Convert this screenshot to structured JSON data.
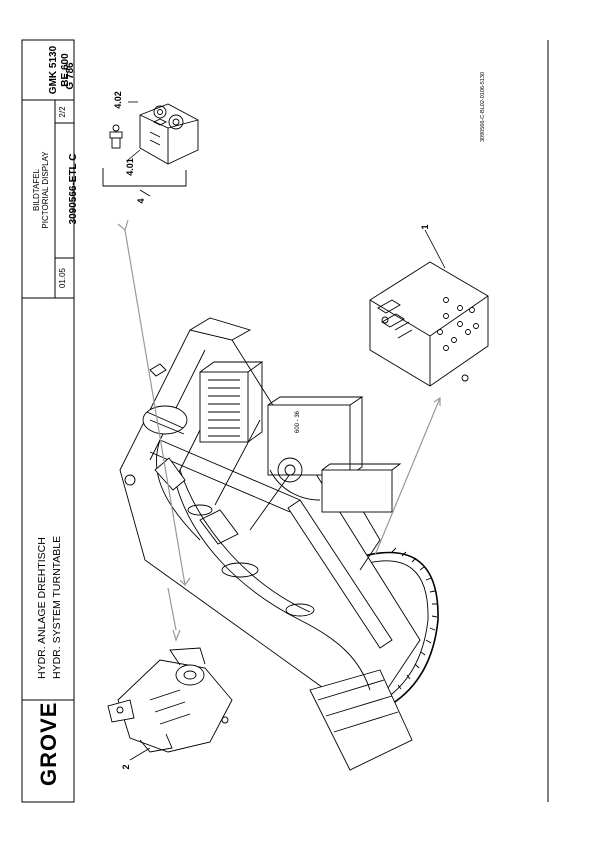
{
  "header": {
    "brand": "GROVE",
    "title_de": "HYDR. ANLAGE DREHTISCH",
    "title_en": "HYDR. SYSTEM TURNTABLE",
    "date": "01.05",
    "display_de": "BILDTAFEL",
    "display_en": "PICTORIAL DISPLAY",
    "drawing_no": "3090566-ETL C",
    "sheet": "2/2",
    "model": "GMK 5130",
    "be": "BE 600",
    "code": "G 786"
  },
  "page_number": "600 - 36",
  "file_ref": "3090566-C-BL02-0106-5130",
  "callouts": [
    "1",
    "2",
    "4",
    "4.01",
    "4.02"
  ]
}
